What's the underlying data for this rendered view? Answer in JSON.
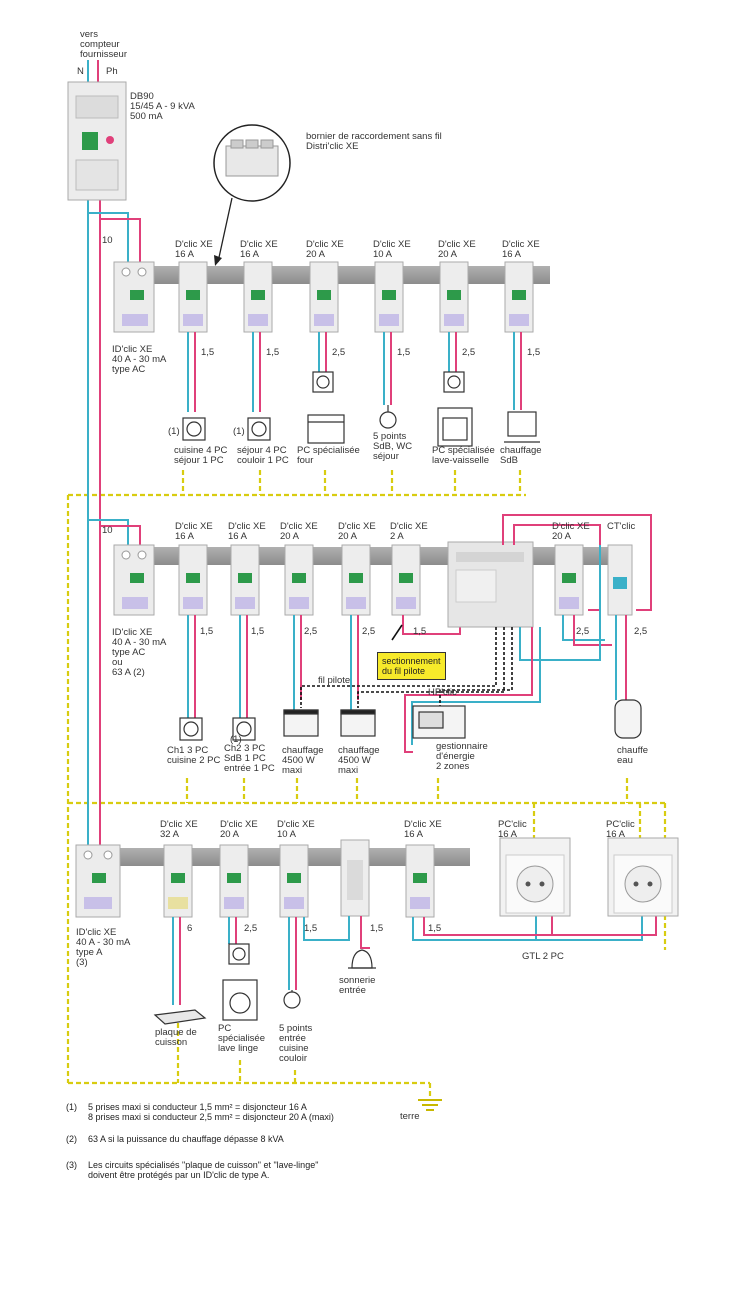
{
  "diagram": {
    "supply": {
      "top": "vers\ncompteur\nfournisseur",
      "neutral": "N",
      "phase": "Ph"
    },
    "main_breaker": "DB90\n15/45 A - 9 kVA\n500 mA",
    "terminal_block": "bornier de raccordement sans fil\nDistri'clic XE",
    "feed_size": "10",
    "row1": {
      "protector": "ID'clic XE\n40 A - 30 mA\ntype AC",
      "breakers": [
        {
          "label": "D'clic XE\n16 A",
          "wire": "1,5",
          "load": "cuisine 4 PC\nséjour 1 PC",
          "note": "(1)"
        },
        {
          "label": "D'clic XE\n16 A",
          "wire": "1,5",
          "load": "séjour 4 PC\ncouloir 1 PC",
          "note": "(1)"
        },
        {
          "label": "D'clic XE\n20 A",
          "wire": "2,5",
          "load": "PC spécialisée\nfour",
          "note": ""
        },
        {
          "label": "D'clic XE\n10 A",
          "wire": "1,5",
          "load": "5 points\nSdB, WC\nséjour",
          "note": ""
        },
        {
          "label": "D'clic XE\n20 A",
          "wire": "2,5",
          "load": "PC spécialisée\nlave-vaisselle",
          "note": ""
        },
        {
          "label": "D'clic XE\n16 A",
          "wire": "1,5",
          "load": "chauffage\nSdB",
          "note": ""
        }
      ]
    },
    "row2": {
      "protector": "ID'clic XE\n40 A - 30 mA\ntype AC\nou\n63 A (2)",
      "breakers": [
        {
          "label": "D'clic XE\n16 A",
          "wire": "1,5",
          "load": "Ch1 3 PC\ncuisine 2 PC",
          "note": ""
        },
        {
          "label": "D'clic XE\n16 A",
          "wire": "1,5",
          "load": "Ch2 3 PC\nSdB 1 PC\nentrée 1 PC",
          "note": "(1)"
        },
        {
          "label": "D'clic XE\n20 A",
          "wire": "2,5",
          "load": "chauffage\n4500 W\nmaxi",
          "note": ""
        },
        {
          "label": "D'clic XE\n20 A",
          "wire": "2,5",
          "load": "chauffage\n4500 W\nmaxi",
          "note": ""
        },
        {
          "label": "D'clic XE\n2 A",
          "wire": "1,5",
          "load": "",
          "note": ""
        },
        {
          "label": "D'clic XE\n20 A",
          "wire": "2,5",
          "load": "",
          "note": ""
        },
        {
          "label": "CT'clic",
          "wire": "2,5",
          "load": "chauffe\neau",
          "note": ""
        }
      ],
      "callout": "sectionnement\ndu fil pilote",
      "fil_pilote": "fil pilote",
      "energy_manager_title": "HP'clic",
      "energy_manager": "gestionnaire\nd'énergie\n2 zones"
    },
    "row3": {
      "protector": "ID'clic XE\n40 A - 30 mA\ntype A\n(3)",
      "breakers": [
        {
          "label": "D'clic XE\n32 A",
          "wire": "6",
          "load": "plaque de\ncuisson"
        },
        {
          "label": "D'clic XE\n20 A",
          "wire": "2,5",
          "load": "PC\nspécialisée\nlave linge"
        },
        {
          "label": "D'clic XE\n10 A",
          "wire": "1,5",
          "load": "5 points\nentrée\ncuisine\ncouloir"
        },
        {
          "label": "",
          "wire": "1,5",
          "load": "sonnerie\nentrée"
        },
        {
          "label": "D'clic XE\n16 A",
          "wire": "1,5",
          "load": ""
        }
      ],
      "sockets": [
        {
          "label": "PC'clic\n16 A"
        },
        {
          "label": "PC'clic\n16 A"
        }
      ],
      "socket_group": "GTL 2 PC"
    },
    "earth": "terre",
    "colors": {
      "neutral": "#3ab0c8",
      "phase": "#e0407a",
      "earth": "#d8cc10",
      "rail": "#9a9a9a"
    }
  },
  "notes": [
    {
      "num": "(1)",
      "text": "5 prises maxi si conducteur 1,5 mm² = disjoncteur 16 A\n8 prises maxi si conducteur 2,5 mm² = disjoncteur 20 A (maxi)"
    },
    {
      "num": "(2)",
      "text": "63 A si la puissance du chauffage dépasse 8 kVA"
    },
    {
      "num": "(3)",
      "text": "Les circuits spécialisés \"plaque de cuisson\" et \"lave-linge\"\ndoivent être protégés par un ID'clic de type A."
    }
  ]
}
